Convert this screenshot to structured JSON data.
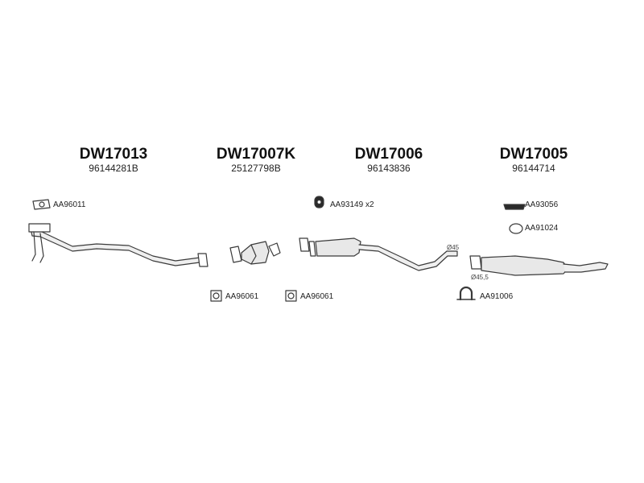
{
  "colors": {
    "line": "#3a3a3a",
    "fill": "#e8e8e8",
    "text": "#1a1a1a"
  },
  "groups": [
    {
      "code": "DW17013",
      "oem": "96144281B"
    },
    {
      "code": "DW17007K",
      "oem": "25127798B"
    },
    {
      "code": "DW17006",
      "oem": "96143836"
    },
    {
      "code": "DW17005",
      "oem": "96144714"
    }
  ],
  "accessories": [
    {
      "label": "AA96011",
      "icon": "flange-gasket-icon"
    },
    {
      "label": "AA96061",
      "icon": "square-gasket-icon"
    },
    {
      "label": "AA96061",
      "icon": "square-gasket-icon"
    },
    {
      "label": "AA93149",
      "qty": "x2",
      "icon": "rubber-hanger-icon"
    },
    {
      "label": "AA93056",
      "icon": "mounting-bracket-icon"
    },
    {
      "label": "AA91024",
      "icon": "ring-hanger-icon"
    },
    {
      "label": "AA91006",
      "icon": "u-clamp-icon"
    }
  ],
  "dimensions": {
    "mid_pipe": "Ø45",
    "rear_inlet": "Ø45,5"
  }
}
